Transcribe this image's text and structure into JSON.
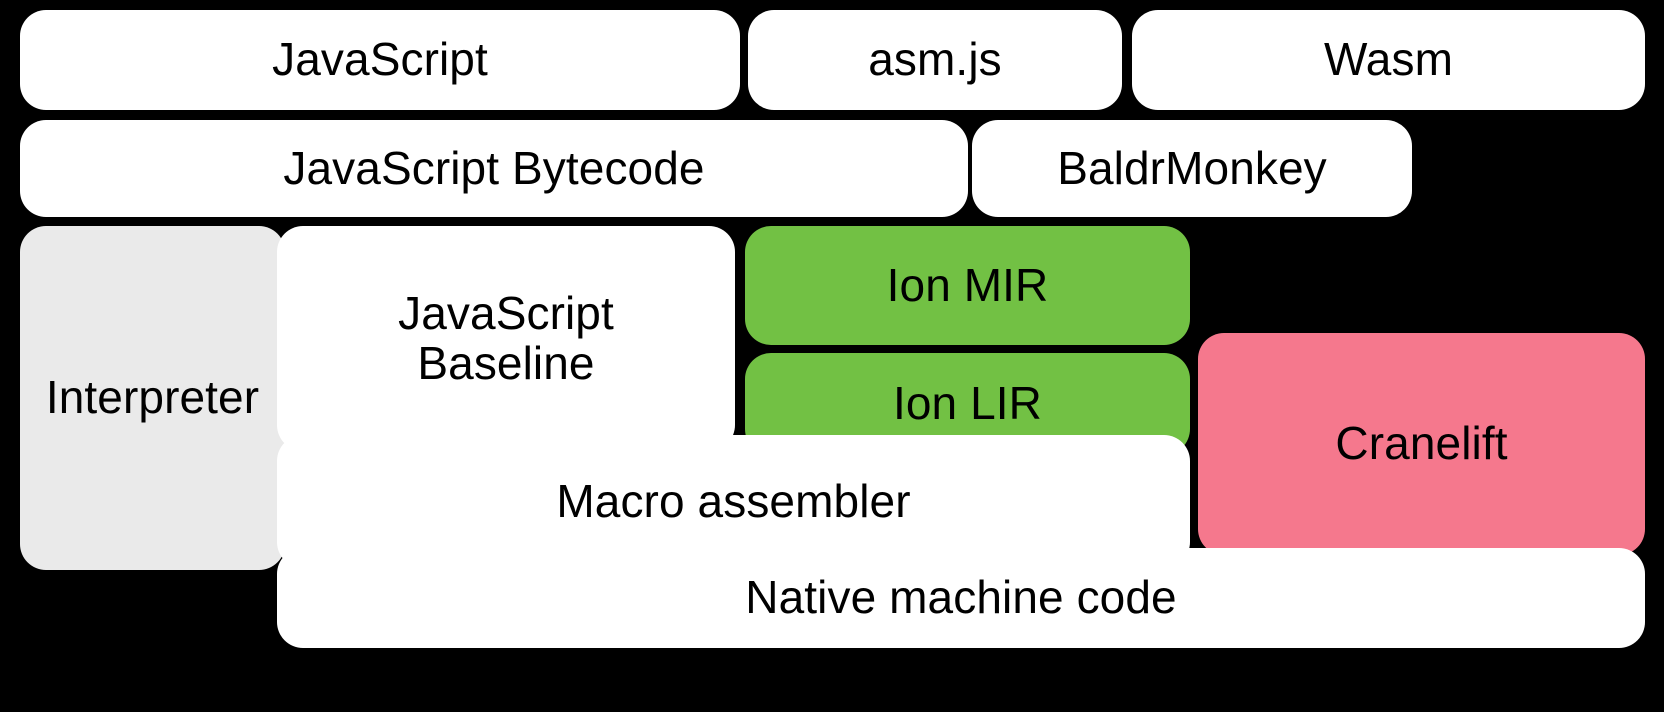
{
  "diagram": {
    "title": "SpiderMonkey compilation pipeline",
    "background_color": "#000000",
    "palette": {
      "white": "#ffffff",
      "gray": "#eaeaea",
      "green": "#72c144",
      "pink": "#f5788d",
      "text": "#000000"
    },
    "rows": [
      {
        "name": "source-languages",
        "nodes": [
          "javascript",
          "asmjs",
          "wasm"
        ]
      },
      {
        "name": "intermediate-representations",
        "nodes": [
          "js-bytecode",
          "baldrmonkey"
        ]
      },
      {
        "name": "execution-tiers",
        "nodes": [
          "interpreter",
          "javascript-baseline",
          "ion-mir",
          "ion-lir",
          "cranelift",
          "macro-assembler"
        ]
      },
      {
        "name": "output",
        "nodes": [
          "native-machine-code"
        ]
      }
    ],
    "nodes": {
      "javascript": {
        "label": "JavaScript",
        "color": "#ffffff"
      },
      "asmjs": {
        "label": "asm.js",
        "color": "#ffffff"
      },
      "wasm": {
        "label": "Wasm",
        "color": "#ffffff"
      },
      "js_bytecode": {
        "label": "JavaScript Bytecode",
        "color": "#ffffff"
      },
      "baldrmonkey": {
        "label": "BaldrMonkey",
        "color": "#ffffff"
      },
      "interpreter": {
        "label": "Interpreter",
        "color": "#eaeaea"
      },
      "javascript_baseline": {
        "label": "JavaScript\nBaseline",
        "color": "#ffffff"
      },
      "ion_mir": {
        "label": "Ion MIR",
        "color": "#72c144"
      },
      "ion_lir": {
        "label": "Ion LIR",
        "color": "#72c144"
      },
      "cranelift": {
        "label": "Cranelift",
        "color": "#f5788d"
      },
      "macro_assembler": {
        "label": "Macro assembler",
        "color": "#ffffff"
      },
      "native_machine_code": {
        "label": "Native machine code",
        "color": "#ffffff"
      }
    }
  }
}
